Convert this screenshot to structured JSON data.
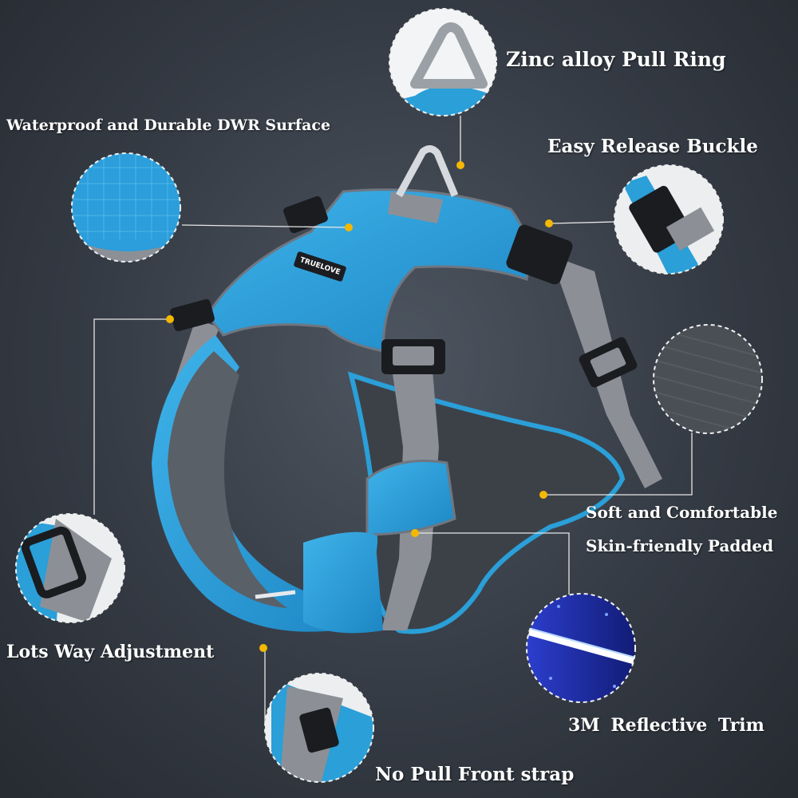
{
  "features": {
    "pull_ring": "Zinc alloy Pull Ring",
    "dwr_surface": "Waterproof and Durable DWR Surface",
    "buckle": "Easy Release Buckle",
    "padded_line1": "Soft and Comfortable",
    "padded_line2": "Skin-friendly Padded",
    "adjustment": "Lots Way Adjustment",
    "reflective": "3M Reflective Trim",
    "front_strap": "No Pull Front strap"
  },
  "colors": {
    "harness_blue": "#2a9fd8",
    "strap_gray": "#8c9096",
    "padding_dark": "#3c4148",
    "pointer_dot": "#f5b800",
    "background": "#353b44"
  },
  "icons": {
    "callout_pointer": "yellow-dot",
    "callout_frame": "dashed-circle"
  }
}
